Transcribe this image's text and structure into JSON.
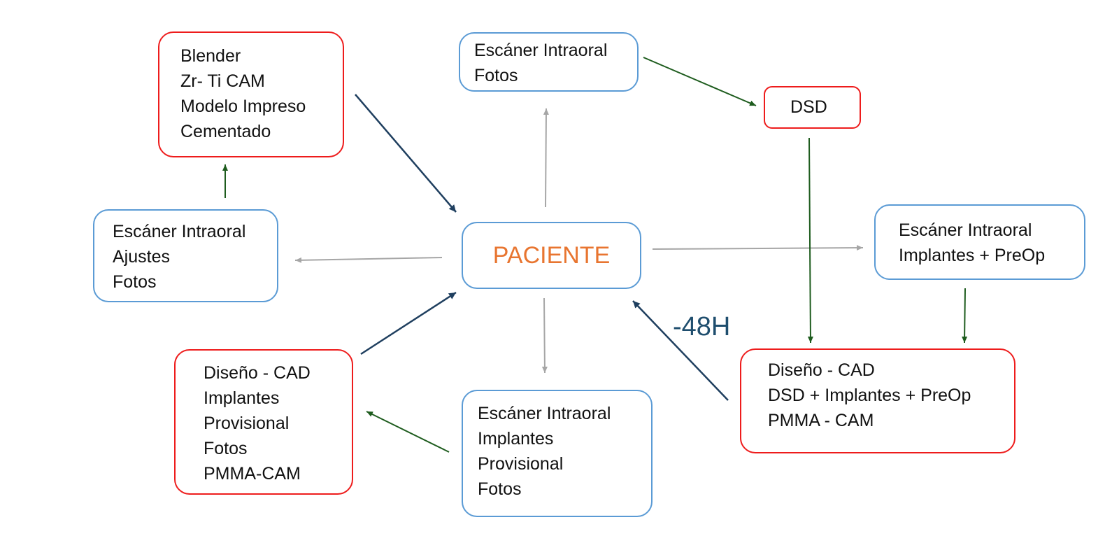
{
  "colors": {
    "blue_border": "#5b9bd5",
    "red_border": "#ee1c1c",
    "center_text": "#e87530",
    "arrow_gray": "#a6a6a6",
    "arrow_green": "#1e5c1e",
    "arrow_navy": "#1f3f5f",
    "note_text": "#1f4e6e"
  },
  "nodes": {
    "paciente": {
      "text": "PACIENTE",
      "border": "blue"
    },
    "top_scan": {
      "lines": [
        "Escáner Intraoral",
        "Fotos"
      ],
      "border": "blue"
    },
    "dsd": {
      "lines": [
        "DSD"
      ],
      "border": "red"
    },
    "right_scan": {
      "lines": [
        "Escáner Intraoral",
        "Implantes + PreOp"
      ],
      "border": "blue"
    },
    "right_design": {
      "lines": [
        "Diseño - CAD",
        "DSD + Implantes + PreOp",
        "PMMA - CAM"
      ],
      "border": "red"
    },
    "bottom_scan": {
      "lines": [
        "Escáner Intraoral",
        "Implantes",
        "Provisional",
        "Fotos"
      ],
      "border": "blue"
    },
    "left_design": {
      "lines": [
        "Diseño - CAD",
        "Implantes",
        "Provisional",
        "Fotos",
        "PMMA-CAM"
      ],
      "border": "red"
    },
    "left_scan": {
      "lines": [
        "Escáner Intraoral",
        "Ajustes",
        "Fotos"
      ],
      "border": "blue"
    },
    "blender": {
      "lines": [
        "Blender",
        "Zr- Ti  CAM",
        "Modelo Impreso",
        "Cementado"
      ],
      "border": "red"
    }
  },
  "note": {
    "text": "-48H"
  }
}
